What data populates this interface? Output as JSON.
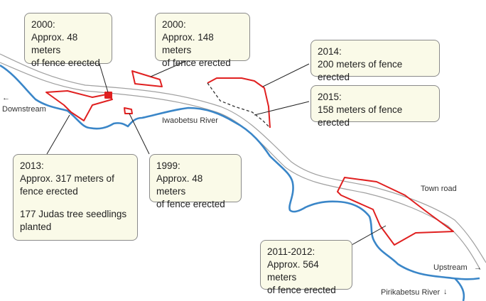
{
  "colors": {
    "fence": "#e02020",
    "river": "#3a86c8",
    "road": "#a0a0a0",
    "callout_bg": "#fafae8",
    "callout_border": "#8a8a8a"
  },
  "callouts": {
    "c2000a": {
      "year": "2000:",
      "lines": [
        "Approx. 48 meters",
        "of fence erected"
      ]
    },
    "c2000b": {
      "year": "2000:",
      "lines": [
        "Approx. 148 meters",
        "of fence erected"
      ]
    },
    "c2014": {
      "year": "2014:",
      "lines": [
        "200 meters of fence erected"
      ]
    },
    "c2015": {
      "year": "2015:",
      "lines": [
        "158 meters of fence erected"
      ]
    },
    "c2013": {
      "year": "2013:",
      "lines": [
        "Approx. 317 meters of",
        "fence erected"
      ],
      "extra": [
        "177 Judas tree seedlings",
        "planted"
      ]
    },
    "c1999": {
      "year": "1999:",
      "lines": [
        "Approx. 48 meters",
        "of fence erected"
      ]
    },
    "c2011": {
      "year": "2011-2012:",
      "lines": [
        "Approx. 564 meters",
        "of fence erected"
      ]
    }
  },
  "labels": {
    "downstream_arrow": "←",
    "downstream": "Downstream",
    "river": "Iwaobetsu River",
    "town_road": "Town road",
    "upstream": "Upstream",
    "upstream_arrow": "→",
    "pirikabetsu": "Pirikabetsu River",
    "pirikabetsu_arrow": "↓"
  }
}
